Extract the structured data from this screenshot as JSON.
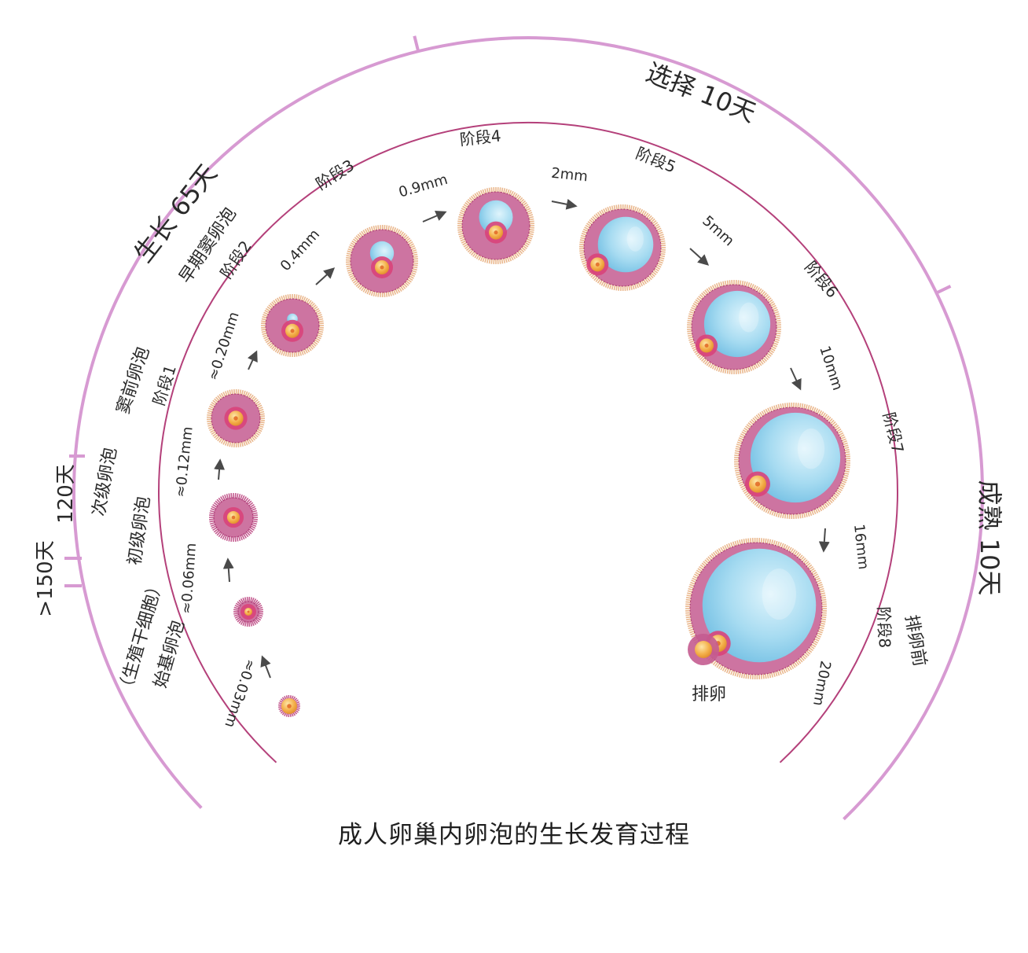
{
  "colors": {
    "outer_arc": "#d79ad2",
    "inner_arc": "#b4407a",
    "granulosa": "#c45c90",
    "theca": "#eab88e",
    "antrum": "#9fd6ee",
    "oocyte": "#f2a43a",
    "arrow": "#4a4a4a"
  },
  "phases": {
    "growth": "生长 65天",
    "selection": "选择 10天",
    "maturation": "成熟 10天",
    "d120": "120天",
    "d150": ">150天"
  },
  "follicles": [
    {
      "label": "≈0.03mm",
      "type_name": "始基卵泡",
      "type_note": "（生殖干细胞）",
      "stage": ""
    },
    {
      "label": "≈0.06mm",
      "type_name": "初级卵泡",
      "type_note": "",
      "stage": ""
    },
    {
      "label": "≈0.12mm",
      "type_name": "次级卵泡",
      "type_note": "",
      "stage": ""
    },
    {
      "label": "≈0.20mm",
      "type_name": "窦前卵泡",
      "type_note": "",
      "stage": "阶段1"
    },
    {
      "label": "0.4mm",
      "type_name": "早期窦卵泡",
      "type_note": "",
      "stage": "阶段2"
    },
    {
      "label": "0.9mm",
      "type_name": "",
      "type_note": "",
      "stage": "阶段3"
    },
    {
      "label": "2mm",
      "type_name": "",
      "type_note": "",
      "stage": "阶段4"
    },
    {
      "label": "5mm",
      "type_name": "",
      "type_note": "",
      "stage": "阶段5"
    },
    {
      "label": "10mm",
      "type_name": "",
      "type_note": "",
      "stage": "阶段6"
    },
    {
      "label": "16mm",
      "type_name": "",
      "type_note": "",
      "stage": "阶段7"
    },
    {
      "label": "20mm",
      "type_name": "排卵前",
      "type_note": "",
      "stage": "阶段8"
    }
  ],
  "ovulation_label": "排卵",
  "caption": "成人卵巢内卵泡的生长发育过程"
}
